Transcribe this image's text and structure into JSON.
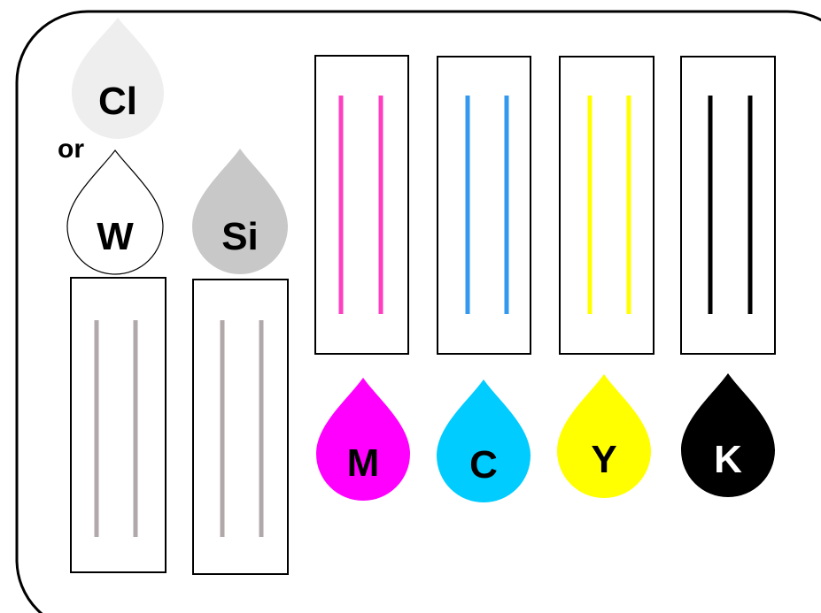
{
  "clear_drop": {
    "label": "Cl",
    "fill": "#eeeeee"
  },
  "or_text": "or",
  "white_drop": {
    "label": "W",
    "fill": "#ffffff"
  },
  "silver_drop": {
    "label": "Si",
    "fill": "#c8c8c8"
  },
  "colors": {
    "slot_stripe_gray": "#b0a8aa",
    "magenta": "#ff00ff",
    "magenta_stripe": "#ff3fbf",
    "cyan": "#00ccff",
    "cyan_stripe": "#3399ee",
    "yellow": "#ffff00",
    "black": "#000000"
  },
  "cartridges": [
    {
      "id": "magenta",
      "label": "M",
      "drop_fill": "#ff00ff",
      "stripe": "#ff3fbf",
      "label_color": "#000000"
    },
    {
      "id": "cyan",
      "label": "C",
      "drop_fill": "#00ccff",
      "stripe": "#3399ee",
      "label_color": "#000000"
    },
    {
      "id": "yellow",
      "label": "Y",
      "drop_fill": "#ffff00",
      "stripe": "#ffff00",
      "label_color": "#000000"
    },
    {
      "id": "black",
      "label": "K",
      "drop_fill": "#000000",
      "stripe": "#000000",
      "label_color": "#ffffff"
    }
  ]
}
